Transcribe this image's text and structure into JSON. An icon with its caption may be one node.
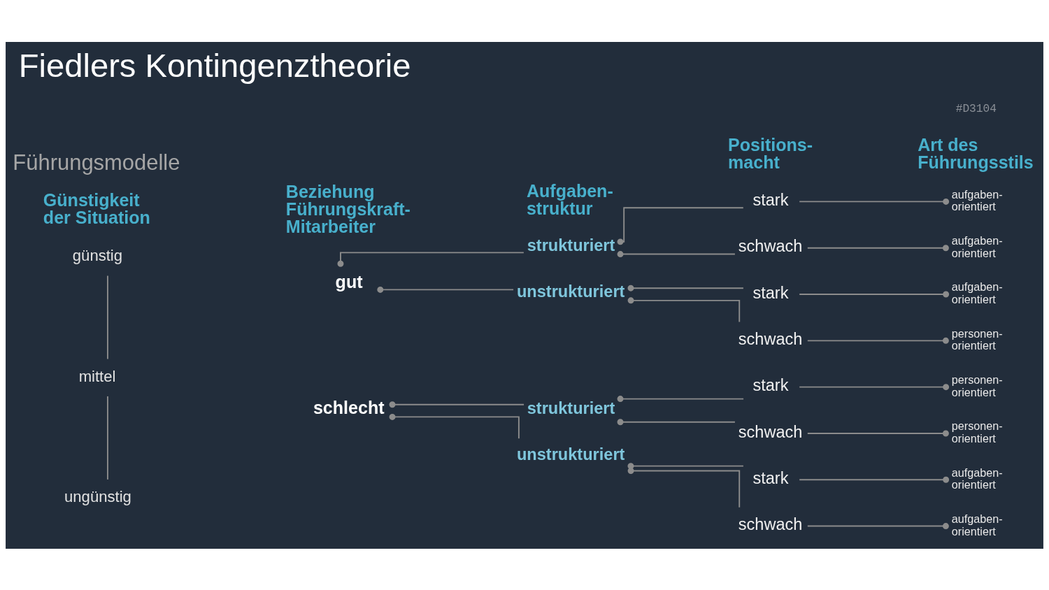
{
  "diagram": {
    "title": "Fiedlers Kontingenztheorie",
    "nodes": [
      {
        "text": [
          "günstig"
        ]
      },
      {
        "text": [
          "mittel"
        ]
      },
      {
        "text": [
          "ungünstig"
        ]
      },
      {
        "text": [
          "gut"
        ]
      },
      {
        "text": [
          "schlecht"
        ]
      },
      {
        "text": [
          "strukturiert"
        ]
      },
      {
        "text": [
          "unstrukturiert"
        ]
      },
      {
        "text": [
          "strukturiert"
        ]
      },
      {
        "text": [
          "unstrukturiert"
        ]
      },
      {
        "text": [
          "stark"
        ]
      },
      {
        "text": [
          "schwach"
        ]
      },
      {
        "text": [
          "stark"
        ]
      },
      {
        "text": [
          "schwach"
        ]
      },
      {
        "text": [
          "stark"
        ]
      },
      {
        "text": [
          "schwach"
        ]
      },
      {
        "text": [
          "stark"
        ]
      },
      {
        "text": [
          "schwach"
        ]
      },
      {
        "text": [
          "aufgaben- orientiert"
        ]
      },
      {
        "text": [
          "aufgaben- orientiert"
        ]
      },
      {
        "text": [
          "aufgaben- orientiert"
        ]
      },
      {
        "text": [
          "personen- orientiert"
        ]
      },
      {
        "text": [
          "personen- orientiert"
        ]
      },
      {
        "text": [
          "personen- orientiert"
        ]
      },
      {
        "text": [
          "aufgaben- orientiert"
        ]
      },
      {
        "text": [
          "aufgaben- orientiert"
        ]
      }
    ],
    "edges": [
      {
        "from": 0,
        "to": 1,
        "arrow": "none"
      },
      {
        "from": 1,
        "to": 2,
        "arrow": "none"
      },
      {
        "from": 3,
        "to": 5,
        "arrow": "other"
      },
      {
        "from": 3,
        "to": 6,
        "arrow": "other"
      },
      {
        "from": 4,
        "to": 7,
        "arrow": "other"
      },
      {
        "from": 4,
        "to": 8,
        "arrow": "other"
      },
      {
        "from": 5,
        "to": 9,
        "arrow": "other"
      },
      {
        "from": 5,
        "to": 10,
        "arrow": "other"
      },
      {
        "from": 6,
        "to": 11,
        "arrow": "other"
      },
      {
        "from": 6,
        "to": 12,
        "arrow": "other"
      },
      {
        "from": 7,
        "to": 13,
        "arrow": "other"
      },
      {
        "from": 7,
        "to": 14,
        "arrow": "other"
      },
      {
        "from": 8,
        "to": 15,
        "arrow": "other"
      },
      {
        "from": 8,
        "to": 16,
        "arrow": "other"
      },
      {
        "from": 9,
        "to": 17,
        "arrow": "other"
      },
      {
        "from": 10,
        "to": 18,
        "arrow": "other"
      },
      {
        "from": 11,
        "to": 19,
        "arrow": "other"
      },
      {
        "from": 12,
        "to": 20,
        "arrow": "other"
      },
      {
        "from": 13,
        "to": 21,
        "arrow": "other"
      },
      {
        "from": 14,
        "to": 22,
        "arrow": "other"
      },
      {
        "from": 15,
        "to": 23,
        "arrow": "other"
      },
      {
        "from": 16,
        "to": 24,
        "arrow": "other"
      }
    ],
    "labels": [
      "#D3104",
      "Führungsmodelle",
      "Günstigkeit der Situation",
      "Beziehung Führungskraft- Mitarbeiter",
      "Aufgaben- struktur",
      "Positions- macht",
      "Art des Führungsstils"
    ]
  }
}
